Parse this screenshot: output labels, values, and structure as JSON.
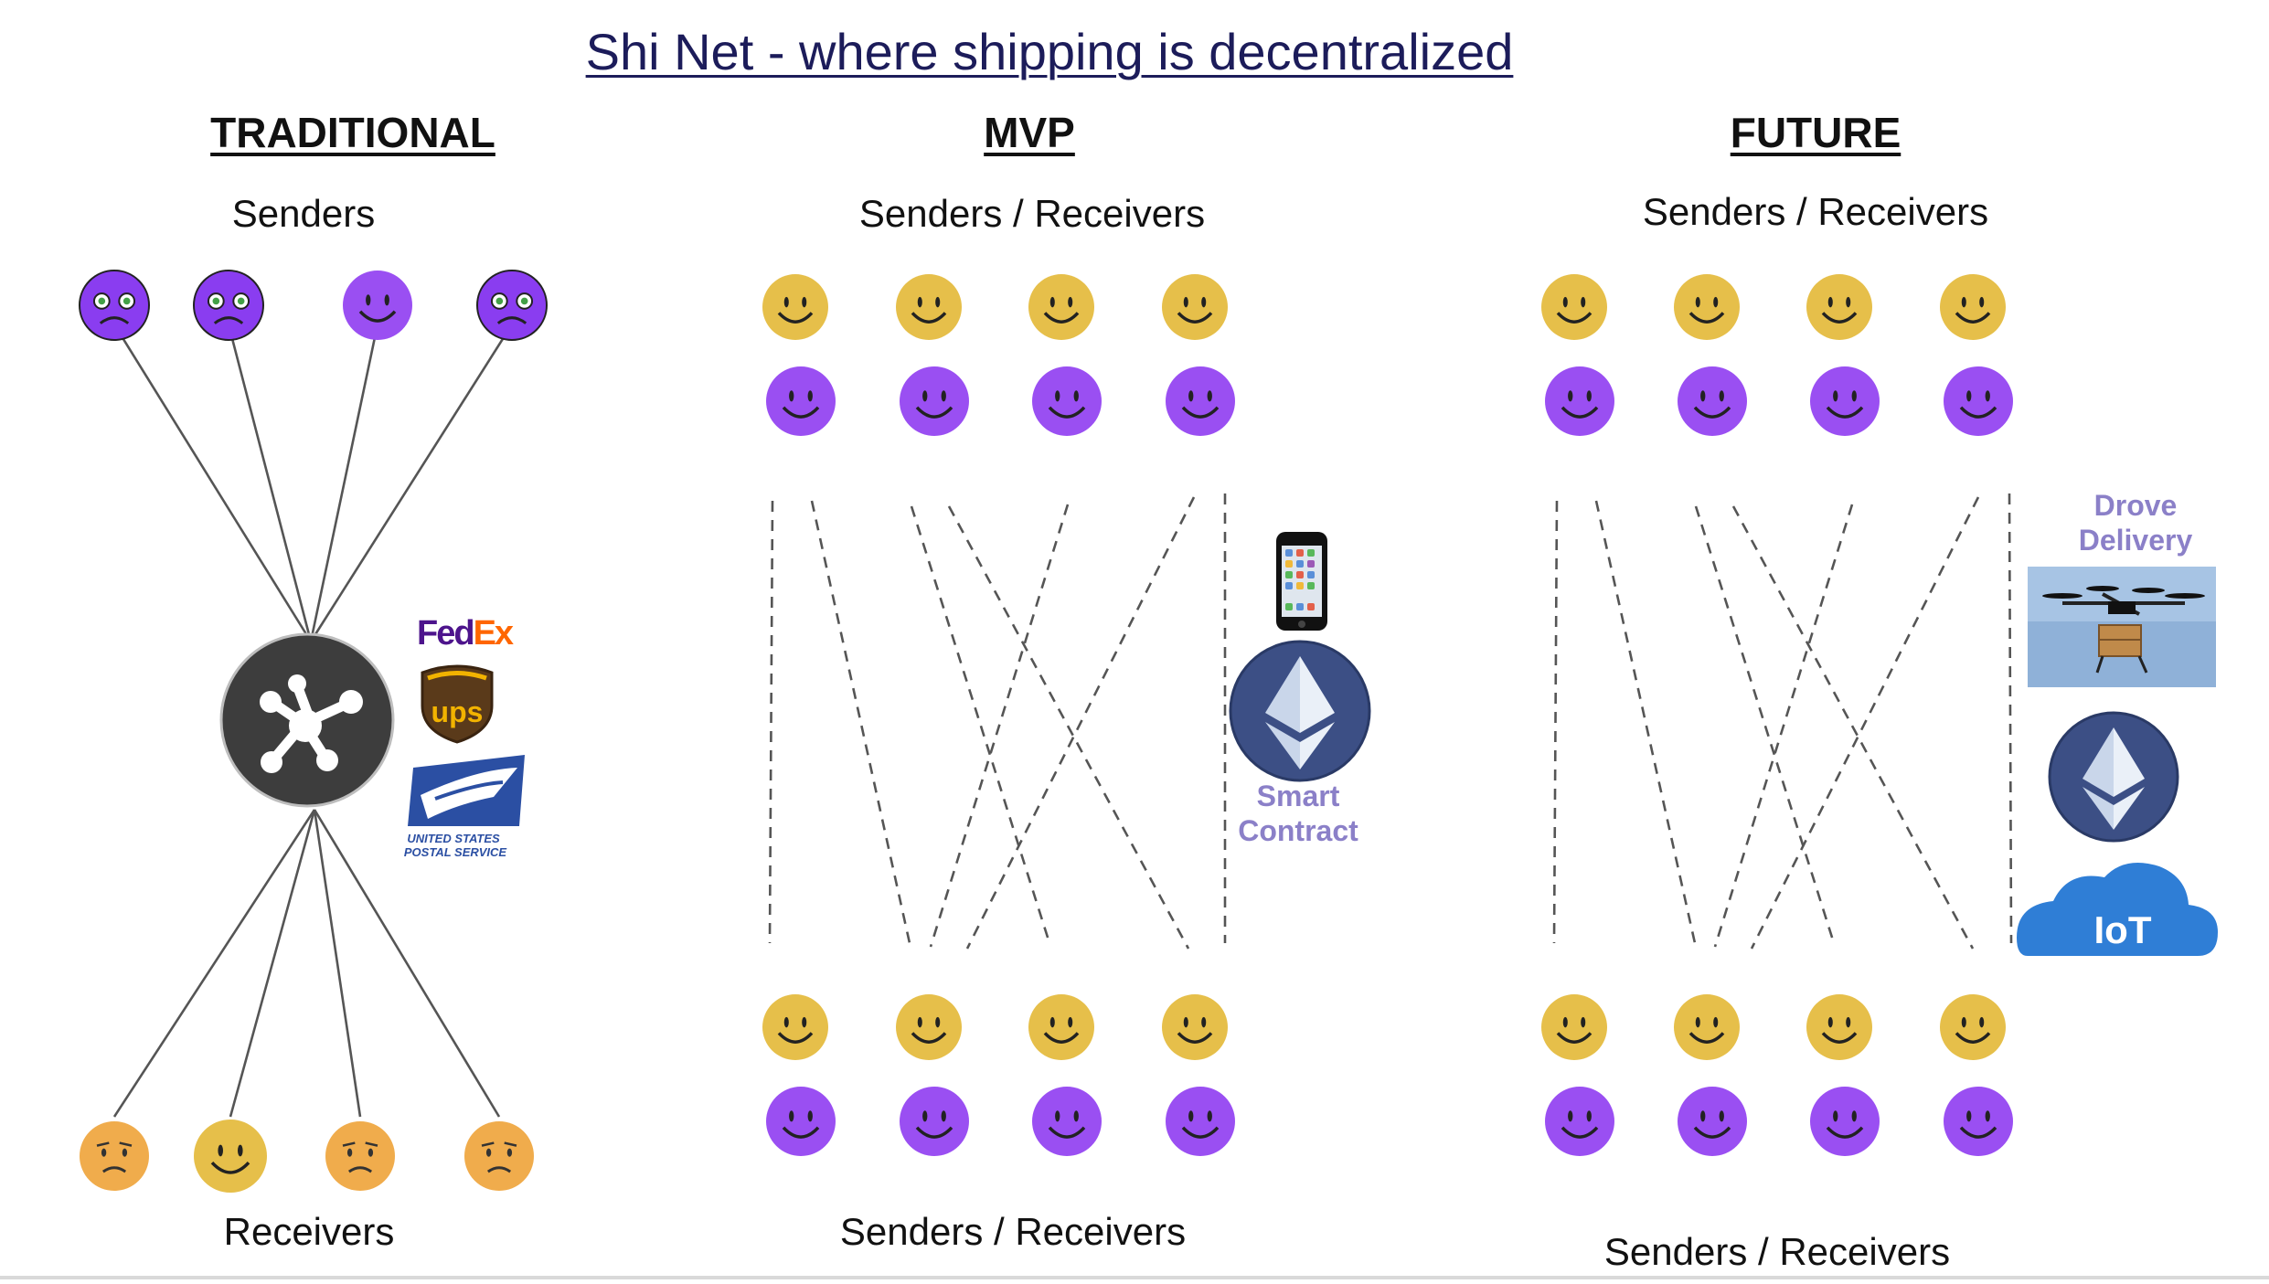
{
  "title": "Shi Net - where shipping is decentralized",
  "columns": {
    "traditional": {
      "heading": "TRADITIONAL",
      "top_label": "Senders",
      "bottom_label": "Receivers",
      "logos": {
        "fedex_fe": "Fed",
        "fedex_ex": "Ex",
        "ups": "ups",
        "usps": "UNITED STATES\nPOSTAL SERVICE"
      }
    },
    "mvp": {
      "heading": "MVP",
      "top_label": "Senders / Receivers",
      "bottom_label": "Senders / Receivers",
      "side_label": "Smart\nContract"
    },
    "future": {
      "heading": "FUTURE",
      "top_label": "Senders / Receivers",
      "bottom_label": "Senders / Receivers",
      "drone_label": "Drove\nDelivery",
      "iot_label": "IoT"
    }
  },
  "colors": {
    "sad_purple": "#8a3df0",
    "happy_purple": "#9a4ff2",
    "happy_yellow": "#e6bf4a",
    "sad_orange": "#f0ac4c",
    "hub": "#3d3d3d",
    "ethereum": "#3c4f85",
    "iot_cloud": "#2f7ed6",
    "accent_label": "#8b80c8"
  },
  "icons": [
    "sad-face-icon",
    "happy-face-icon",
    "worried-face-icon",
    "network-hub-icon",
    "fedex-logo",
    "ups-logo",
    "usps-logo",
    "smartphone-icon",
    "ethereum-icon",
    "drone-icon",
    "iot-cloud-icon"
  ]
}
